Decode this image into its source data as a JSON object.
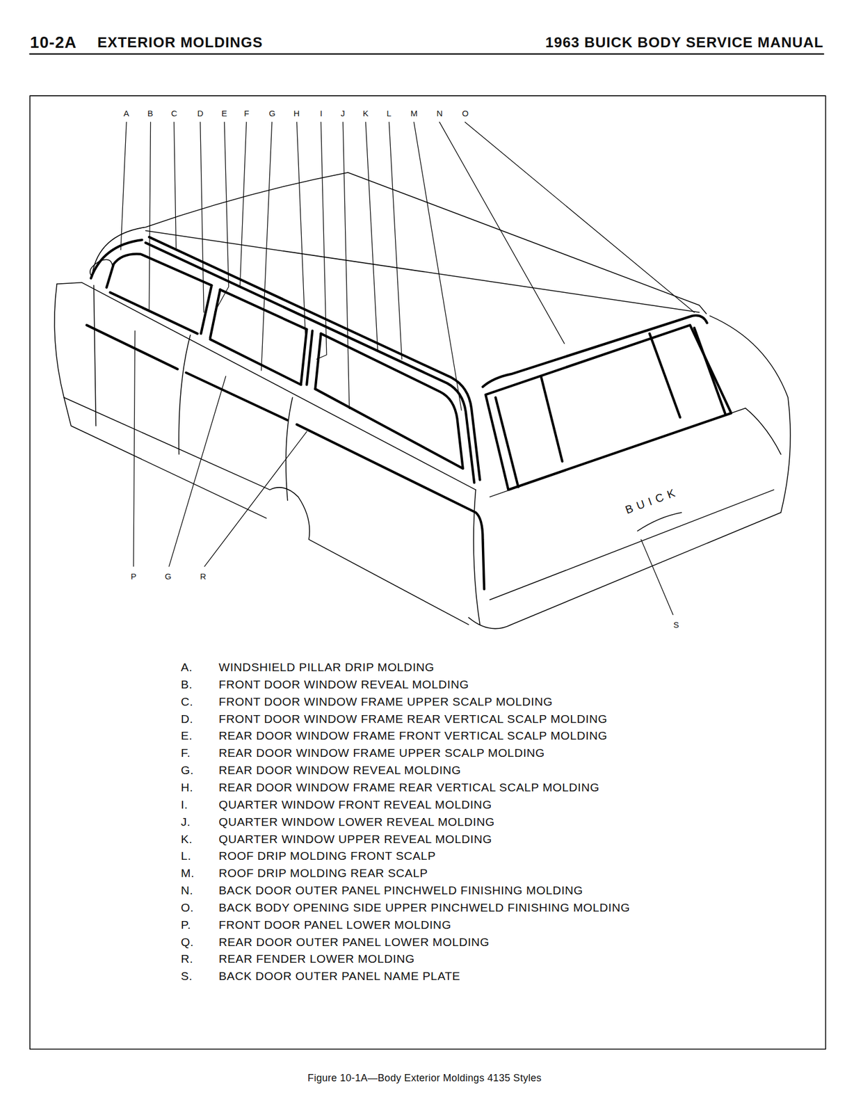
{
  "diagram": {
    "caption": "Figure 10-1A—Body Exterior Moldings 4135 Styles",
    "labels": [
      "10-2A",
      "EXTERIOR MOLDINGS",
      "1963 BUICK BODY SERVICE MANUAL",
      "A",
      "B",
      "C",
      "D",
      "E",
      "F",
      "G",
      "H",
      "I",
      "J",
      "K",
      "L",
      "M",
      "N",
      "O",
      "P",
      "G",
      "R",
      "BUICK",
      "S",
      "A.",
      "WINDSHIELD PILLAR DRIP MOLDING",
      "B.",
      "FRONT DOOR WINDOW REVEAL MOLDING",
      "C.",
      "FRONT DOOR WINDOW FRAME UPPER SCALP MOLDING",
      "D.",
      "FRONT DOOR WINDOW FRAME REAR VERTICAL SCALP MOLDING",
      "E.",
      "REAR DOOR WINDOW FRAME FRONT VERTICAL SCALP MOLDING",
      "F.",
      "REAR DOOR WINDOW FRAME UPPER SCALP MOLDING",
      "G.",
      "REAR DOOR WINDOW REVEAL MOLDING",
      "H.",
      "REAR DOOR WINDOW FRAME REAR VERTICAL SCALP MOLDING",
      "I.",
      "QUARTER WINDOW FRONT REVEAL MOLDING",
      "J.",
      "QUARTER WINDOW LOWER REVEAL MOLDING",
      "K.",
      "QUARTER WINDOW UPPER REVEAL MOLDING",
      "L.",
      "ROOF DRIP MOLDING FRONT SCALP",
      "M.",
      "ROOF DRIP MOLDING REAR SCALP",
      "N.",
      "BACK DOOR OUTER PANEL PINCHWELD FINISHING MOLDING",
      "O.",
      "BACK BODY OPENING SIDE UPPER PINCHWELD FINISHING MOLDING",
      "P.",
      "FRONT DOOR PANEL LOWER MOLDING",
      "Q.",
      "REAR DOOR OUTER PANEL LOWER MOLDING",
      "R.",
      "REAR FENDER LOWER MOLDING",
      "S.",
      "BACK DOOR OUTER PANEL NAME PLATE"
    ]
  }
}
